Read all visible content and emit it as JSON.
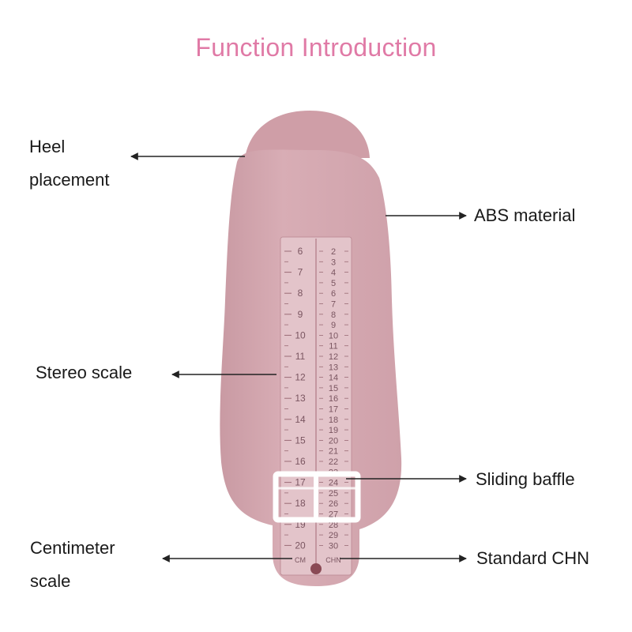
{
  "title": "Function Introduction",
  "colors": {
    "title": "#e07aa6",
    "ruler_body": "#d4a6ae",
    "scale_strip": "#e8ccd1",
    "baffle": "#ffffff"
  },
  "labels": {
    "heel_line1": "Heel",
    "heel_line2": "placement",
    "abs": "ABS material",
    "stereo": "Stereo scale",
    "sliding": "Sliding baffle",
    "cm_line1": "Centimeter",
    "cm_line2": "scale",
    "chn": "Standard CHN"
  },
  "ruler": {
    "cm_ticks": [
      "6",
      "7",
      "8",
      "9",
      "10",
      "11",
      "12",
      "13",
      "14",
      "15",
      "16",
      "17",
      "18",
      "19",
      "20"
    ],
    "chn_ticks": [
      "2",
      "3",
      "4",
      "5",
      "6",
      "7",
      "8",
      "9",
      "10",
      "11",
      "12",
      "13",
      "14",
      "15",
      "16",
      "17",
      "18",
      "19",
      "20",
      "21",
      "22",
      "23",
      "24",
      "25",
      "26",
      "27",
      "28",
      "29",
      "30"
    ],
    "cm_unit": "CM",
    "chn_unit": "CHN"
  }
}
